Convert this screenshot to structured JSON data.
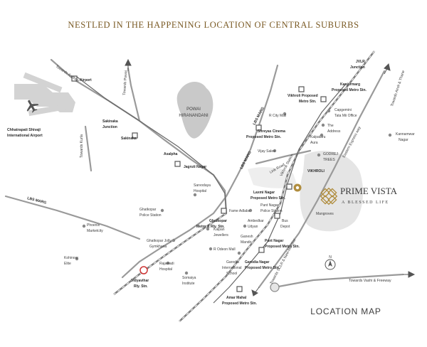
{
  "header": {
    "title": "NESTLED IN THE HAPPENING LOCATION OF CENTRAL SUBURBS"
  },
  "footer": {
    "caption": "LOCATION MAP"
  },
  "brand": {
    "name": "PRIME VISTA",
    "tagline": "A BLESSED LIFE",
    "accent": "#b08d3e"
  },
  "colors": {
    "road": "#9a9a9a",
    "rail": "#7d7d7d",
    "lake": "#c9c9c9",
    "mangroves": "#e3e3e3",
    "text": "#3d3d3d"
  },
  "lake": {
    "line1": "POWAI",
    "line2": "HIRANANDANI"
  },
  "airport": {
    "line1": "Chhatrapati Shivaji",
    "line2": "International Airport"
  },
  "roads": {
    "lbs1": "LBS MARG",
    "lbs2": "LBS MARG",
    "lbs3": "LBS MARG",
    "eastern_express": "Eastern Express way",
    "towards_powai": "Towards Powai",
    "towards_andheri": "Towards Andheri",
    "towards_kurla": "Towards Kurla",
    "towards_airoli": "Towards Airoli & Thane",
    "towards_vashi": "Towards Vashi & Freeway",
    "towards_scl": "Towards SCLR & Navi-Mumbai",
    "lbs_link": "Link Road",
    "vikhroli_sta": "Vikhroli Station"
  },
  "labels": {
    "airport_stn": "Airport",
    "sakinaka_junction": [
      "Sakinaka",
      "Junction"
    ],
    "sakinaka": "Sakinaka",
    "asalpha": "Asalpha",
    "jagruti_nagar": "Jagruti Nagar",
    "sarvodaya": [
      "Sarvodaya",
      "Hospital"
    ],
    "ghatkopar_police": [
      "Ghatkopar",
      "Police Station"
    ],
    "ghatkopar_metro": [
      "Ghatkopar",
      "Metro & Rly. Stn."
    ],
    "phoenix": [
      "Phoenix",
      "Marketcity"
    ],
    "kalpan": [
      "Kalpan",
      "Jewellers"
    ],
    "ghatkopar_jolly": [
      "Ghatkopar Jolly",
      "Gymkhana"
    ],
    "rajawadi": [
      "Rajawadi",
      "Hospital"
    ],
    "somaiya": [
      "Somaiya",
      "Institute"
    ],
    "kohinoor": [
      "Kohinoor",
      "Elite"
    ],
    "vidyavihar": [
      "Vidyavihar",
      "Rly. Stn."
    ],
    "jvlr": [
      "JVLR",
      "Junction"
    ],
    "kanjurmarg": [
      "Kanjurmarg",
      "Proposed Metro Stn."
    ],
    "vikhroli_metro": [
      "Vikhroli Proposed",
      "Metro Stn."
    ],
    "r_city": "R City Mall",
    "capgemini": [
      "Capgemini",
      "Tata Mii Office"
    ],
    "the_address": [
      "The",
      "Address"
    ],
    "kalpataru": [
      "Kalpataru",
      "Aura"
    ],
    "shreyas": [
      "Shreyas Cinema",
      "Proposed Metro Stn."
    ],
    "kannamwar": [
      "Kannamwar",
      "Nagar"
    ],
    "vijay_sales": "Vijay Sales",
    "godrej": [
      "GODREJ",
      "TREES"
    ],
    "vikhroli": "VIKHROLI",
    "laxmi": [
      "Laxmi Nagar",
      "Proposed Metro Stn."
    ],
    "pant_police": [
      "Pant Nagar",
      "Police Station"
    ],
    "fame": "Fame Adlabs",
    "ambedkar": [
      "Ambedkar",
      "Udyan"
    ],
    "bus_depot": [
      "Bus",
      "Depot"
    ],
    "mangroves": "Mangroves",
    "ganesh": [
      "Ganesh",
      "Mandir"
    ],
    "pant_metro": [
      "Pant Nagar",
      "Proposed Metro Stn."
    ],
    "r_odeon": "R Odeon Mall",
    "garodia_school": [
      "Garodia",
      "International",
      "School"
    ],
    "garodia_metro": [
      "Garodia Nagar",
      "Proposed Metro Stn."
    ],
    "amar_mahal": [
      "Amar Mahal",
      "Proposed Metro Stn."
    ]
  }
}
